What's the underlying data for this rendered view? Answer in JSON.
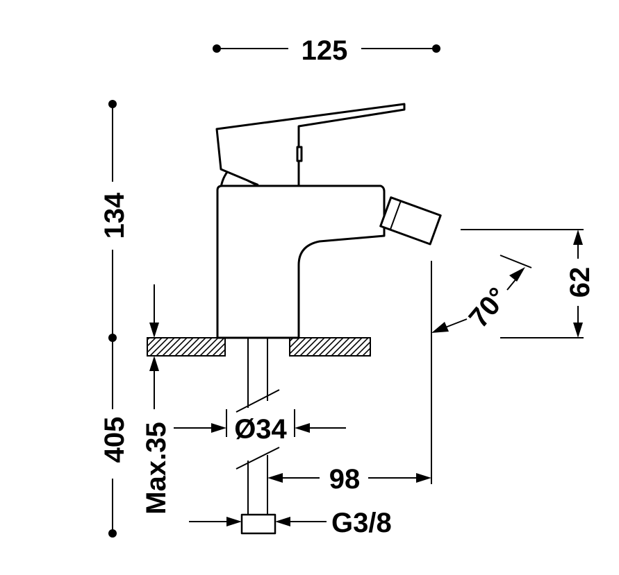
{
  "dimensions": {
    "width_top": "125",
    "height_upper": "134",
    "height_lower": "405",
    "max_thickness": "Max.35",
    "diameter": "Ø34",
    "reach": "98",
    "connection": "G3/8",
    "spout_height": "62",
    "angle": "70°"
  },
  "colors": {
    "line": "#000000",
    "background": "#ffffff"
  }
}
